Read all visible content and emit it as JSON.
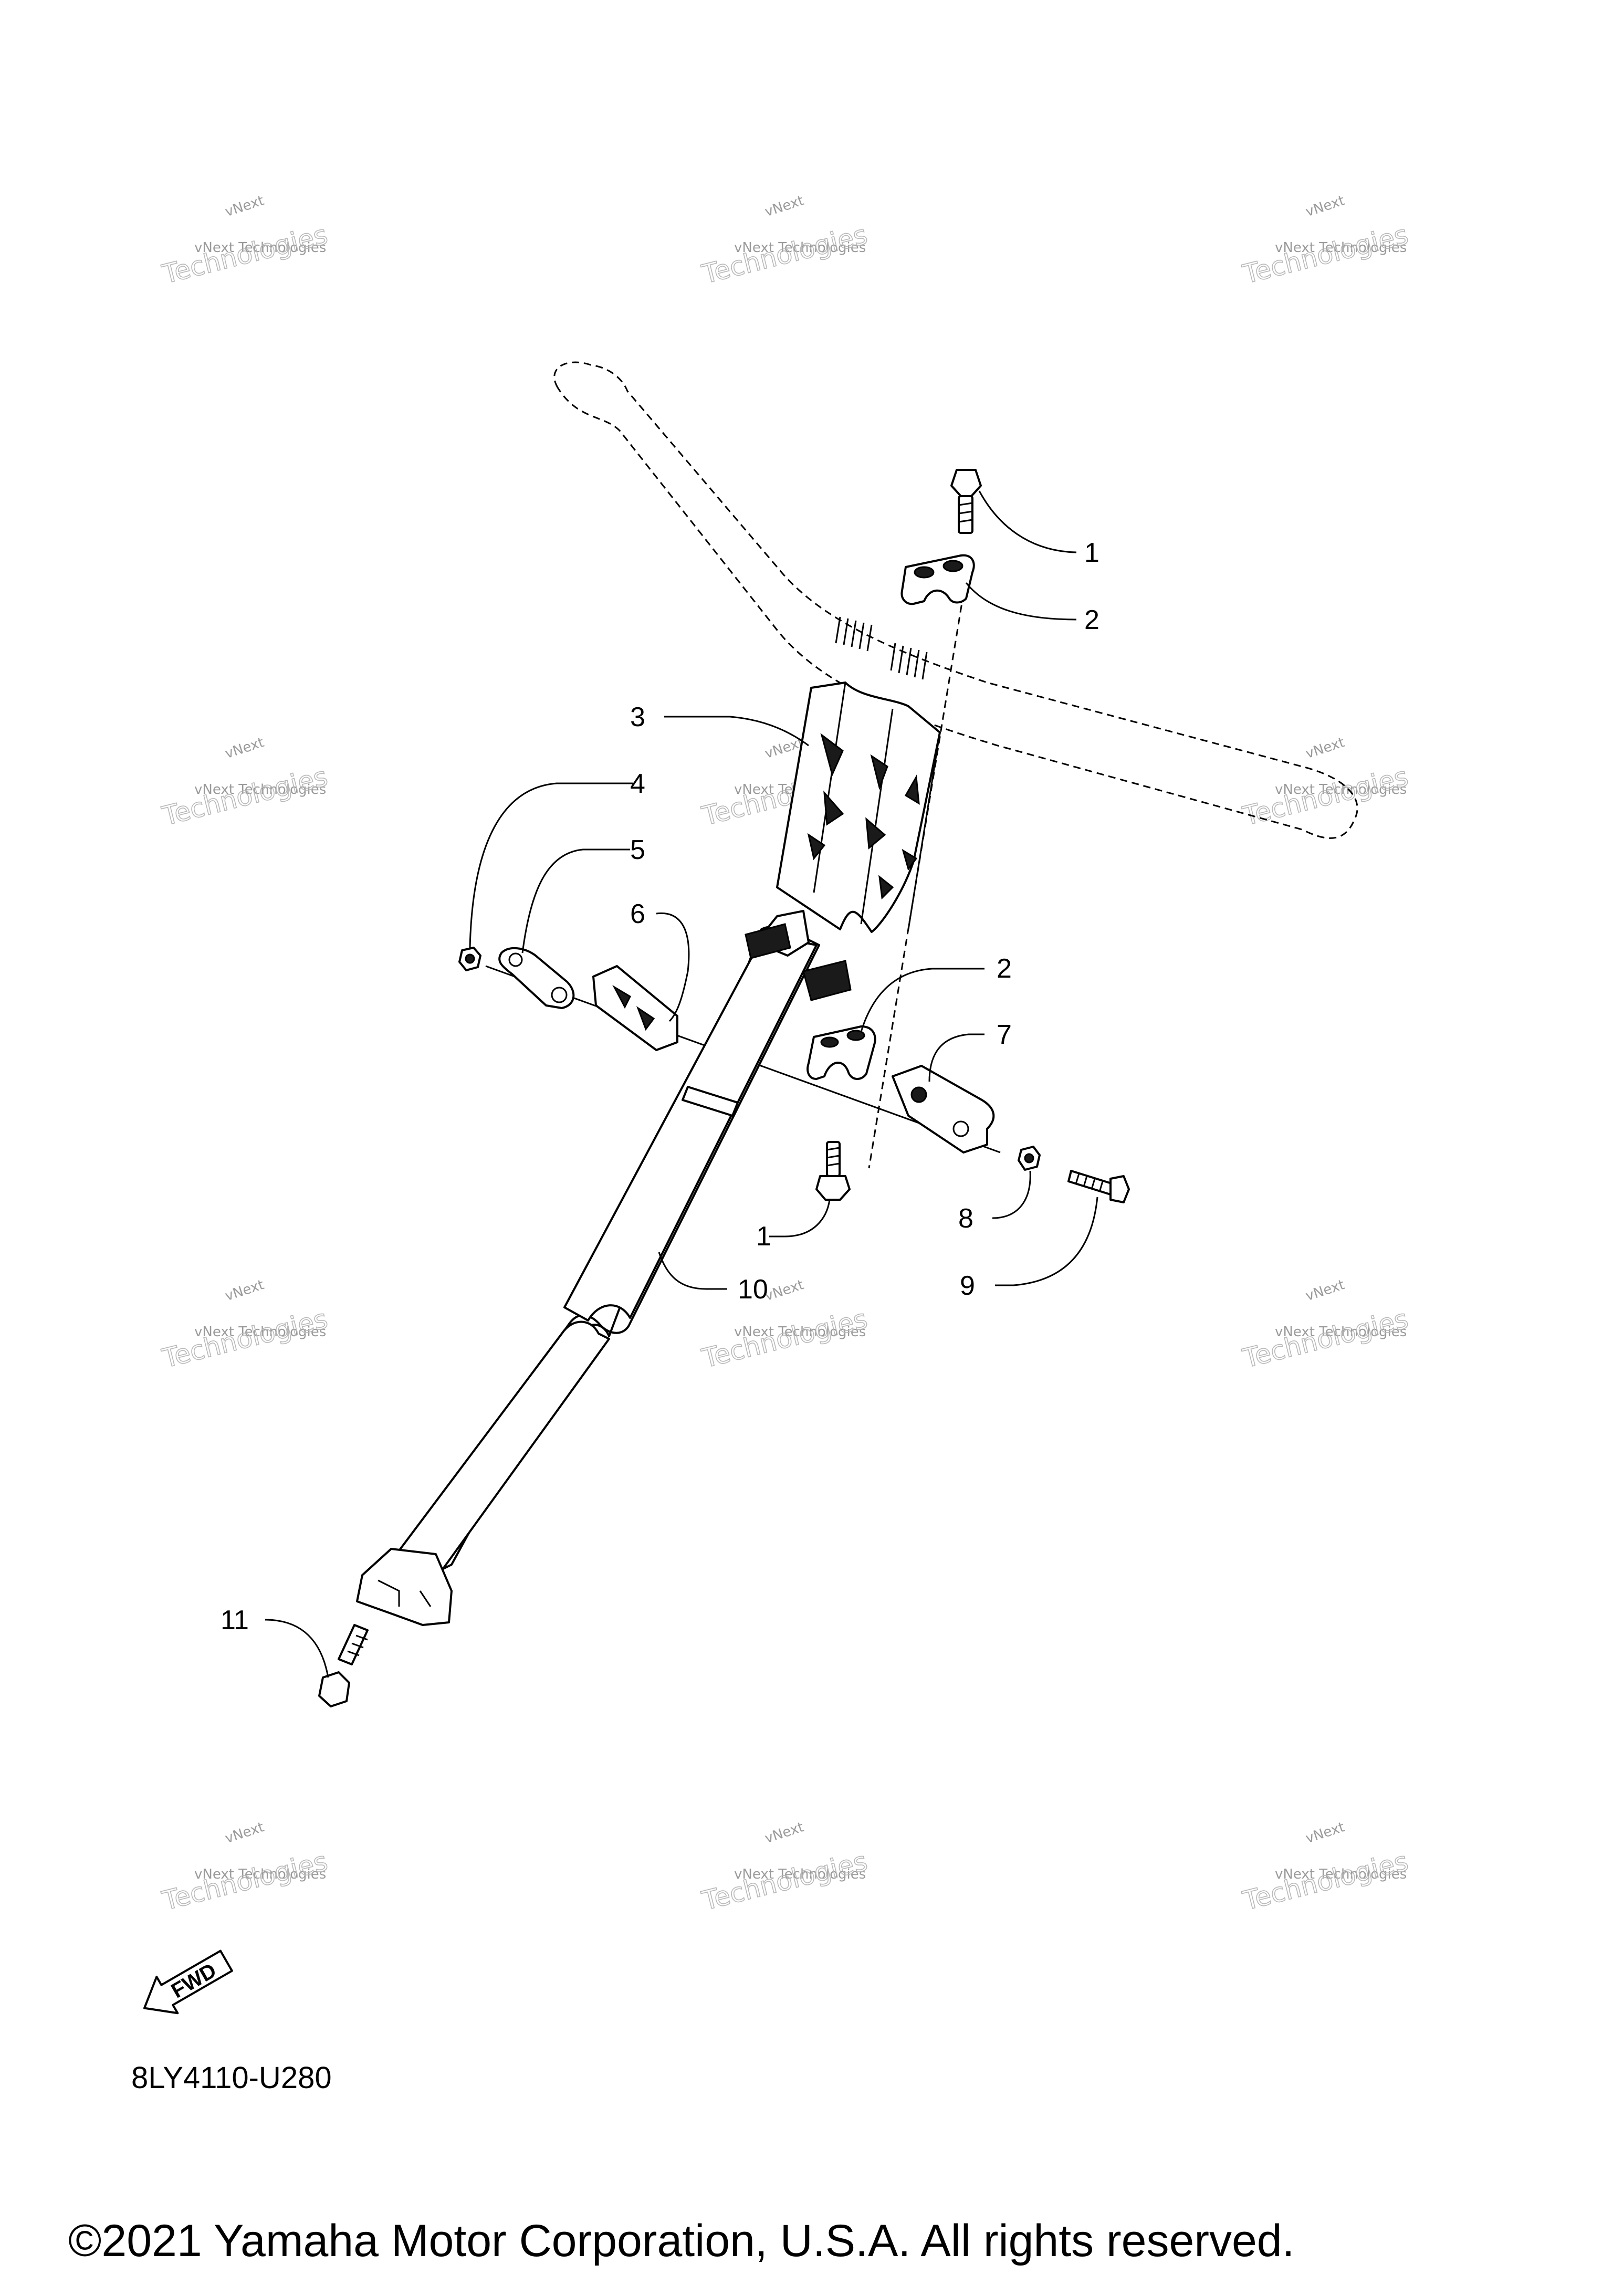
{
  "diagram": {
    "callouts": [
      "1",
      "2",
      "3",
      "4",
      "5",
      "6",
      "2",
      "7",
      "1",
      "8",
      "9",
      "10",
      "11"
    ],
    "diagram_code": "8LY4110-U280",
    "direction_label": "FWD",
    "copyright": "©2021 Yamaha Motor Corporation, U.S.A. All rights reserved."
  },
  "watermark": {
    "line1": "vNext",
    "line2": "vNext Technologies",
    "line3": "Technologies"
  }
}
